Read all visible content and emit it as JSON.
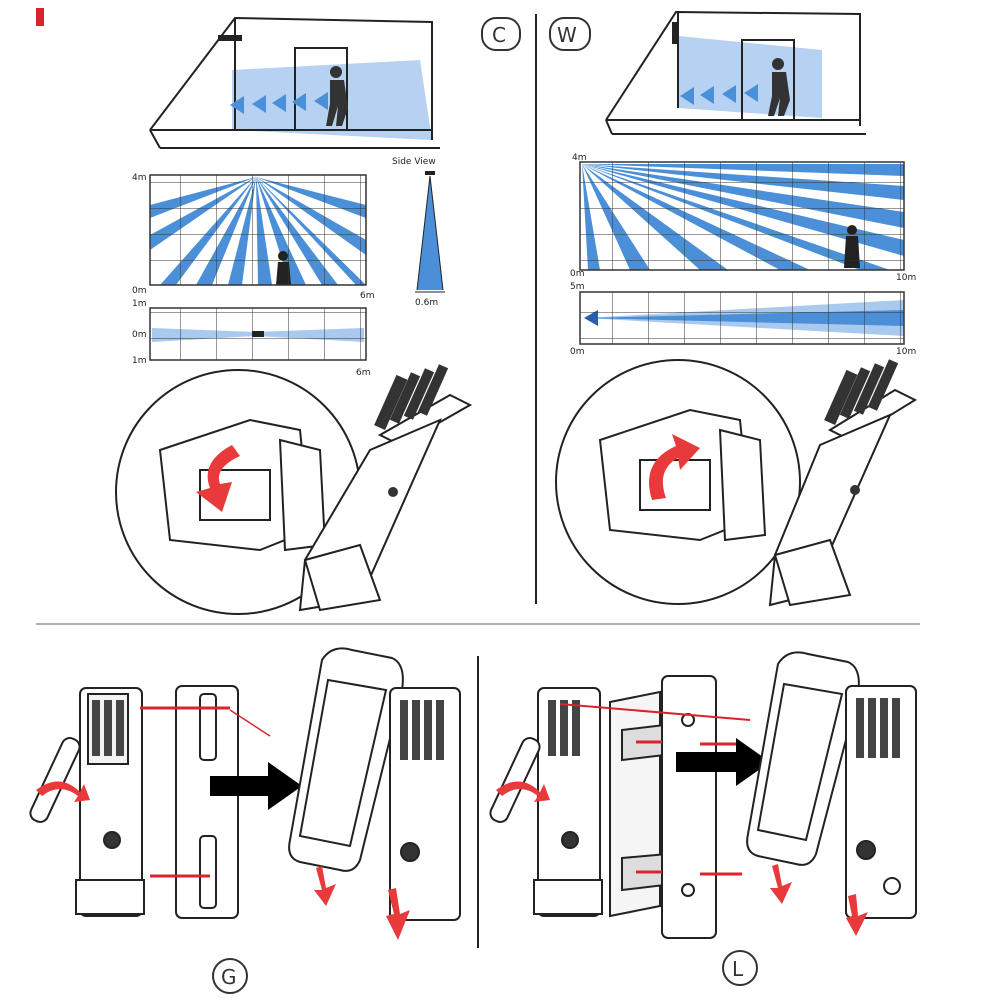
{
  "panels": {
    "ceiling": {
      "letter": "C",
      "plan_top_label": "4m",
      "plan_bottom_label": "0m",
      "plan_right_label": "6m",
      "side_view_label": "Side View",
      "side_width_label": "0.6m",
      "strip_top_label": "1m",
      "strip_mid_label": "0m",
      "strip_bottom_label": "1m",
      "strip_right_label": "6m"
    },
    "wall": {
      "letter": "W",
      "plan_top_label": "4m",
      "plan_bottom_label": "0m",
      "plan_right_label": "10m",
      "strip_top_label": "5m",
      "strip_bottom_label": "0m",
      "strip_right_label": "10m"
    },
    "glass": {
      "letter": "G"
    },
    "lintel": {
      "letter": "L"
    }
  },
  "colors": {
    "accent": "#d9232d",
    "beam": "#4a8fd8",
    "beam_light": "#a9c9ef",
    "arrow": "#000000",
    "outline": "#222222"
  }
}
